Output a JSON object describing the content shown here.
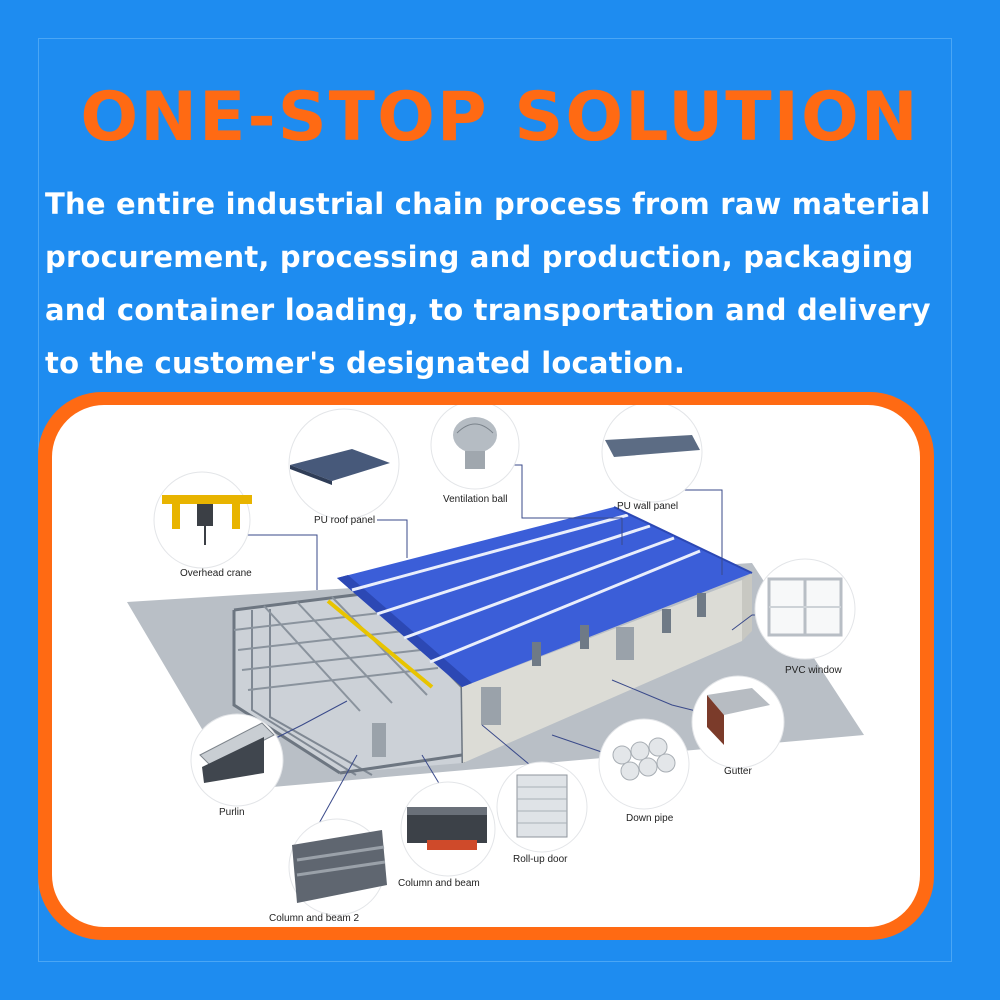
{
  "title": "ONE-STOP SOLUTION",
  "subtitle_lines": [
    "The entire industrial chain process from raw material",
    "procurement, processing and production, packaging",
    "and container loading, to transportation and delivery",
    "to the customer's designated location."
  ],
  "components": {
    "pu_roof_panel": "PU roof panel",
    "ventilation_ball": "Ventilation ball",
    "pu_wall_panel": "PU wall panel",
    "overhead_crane": "Overhead crane",
    "pvc_window": "PVC window",
    "gutter": "Gutter",
    "purlin": "Purlin",
    "down_pipe": "Down pipe",
    "roll_up_door": "Roll-up door",
    "column_and_beam": "Column and beam",
    "column_and_beam_2": "Column and beam 2"
  },
  "colors": {
    "background": "#1e8cf0",
    "accent": "#ff6a13",
    "roof": "#3b5ed8",
    "text_light": "#ffffff"
  }
}
